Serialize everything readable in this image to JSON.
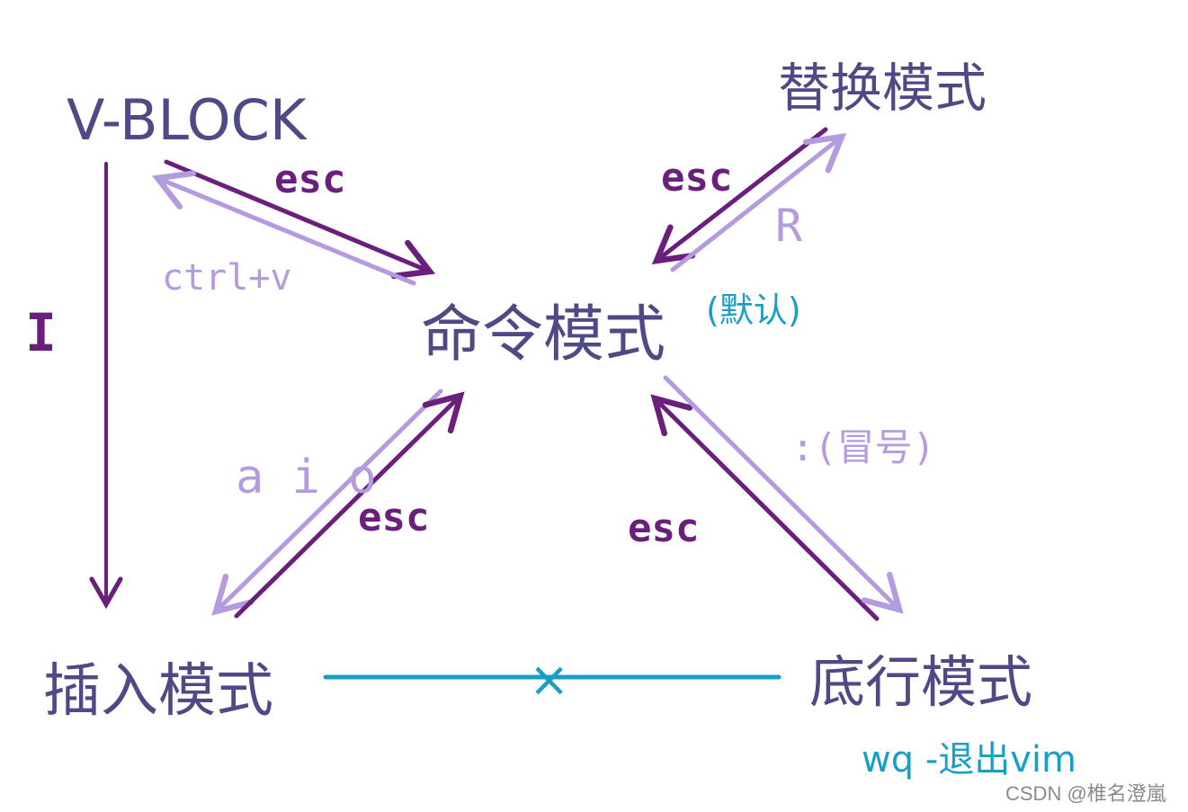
{
  "nodes": {
    "vblock": "V-BLOCK",
    "replace": "替换模式",
    "command": "命令模式",
    "command_note": "(默认)",
    "insert": "插入模式",
    "lastline": "底行模式",
    "lastline_note": "wq -退出vim"
  },
  "edges": {
    "vblock_to_command": "esc",
    "command_to_vblock": "ctrl+v",
    "vblock_to_insert": "I",
    "replace_to_command": "esc",
    "command_to_replace": "R",
    "command_to_insert": "a i o",
    "insert_to_command": "esc",
    "command_to_lastline": ":(冒号)",
    "lastline_to_command": "esc",
    "insert_lastline_blocked": "×"
  },
  "watermark": "CSDN @椎名澄嵐",
  "colors": {
    "node_text": "#4f4a86",
    "dark_arrow": "#6b1f7c",
    "light_arrow": "#b49be0",
    "note": "#1a9fc4"
  }
}
